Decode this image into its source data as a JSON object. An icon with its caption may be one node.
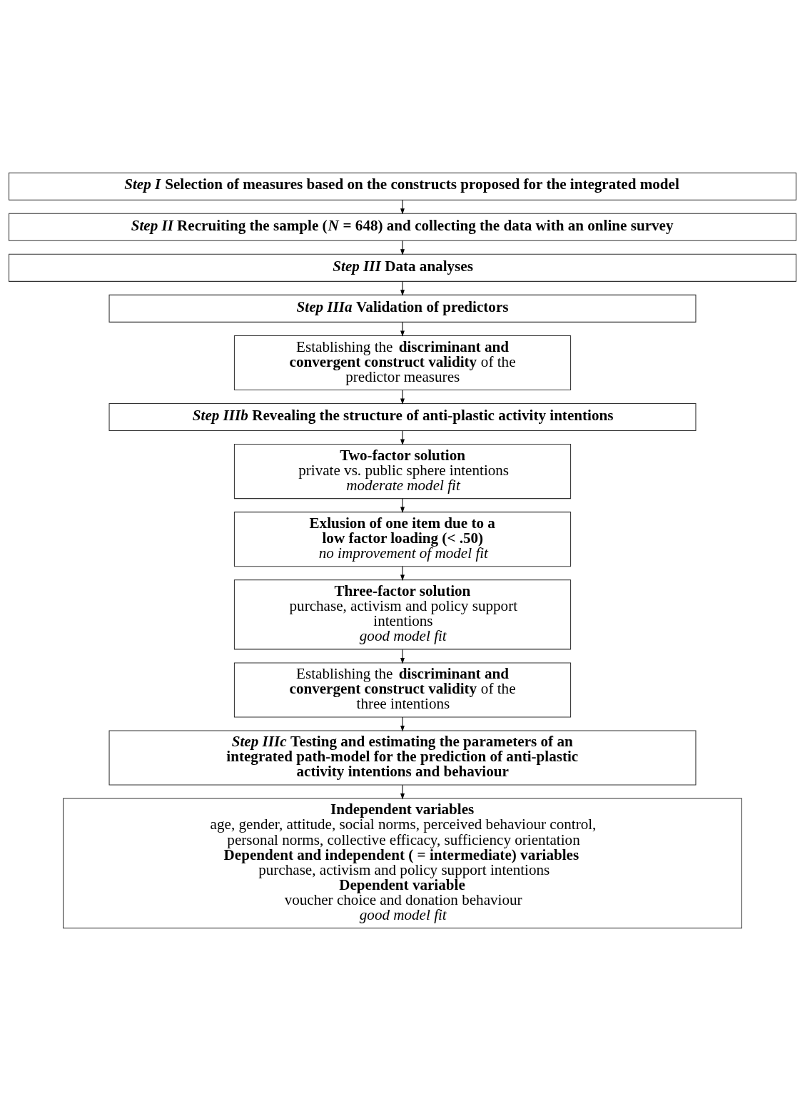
{
  "diagram": {
    "nodes": [
      {
        "text": [
          "*Step I* Selection of measures based on the constructs proposed for the integrated model"
        ]
      },
      {
        "text": [
          "*Step II* Recruiting the sample (*N* = 648) and collecting the data with an online survey"
        ]
      },
      {
        "text": [
          "*Step III* Data analyses"
        ]
      },
      {
        "text": [
          "*Step IIIa* Validation of predictors"
        ]
      },
      {
        "text": [
          "Establishing the **discriminant and convergent construct validity** of the predictor measures"
        ]
      },
      {
        "text": [
          "*Step IIIb* Revealing the structure of anti-plastic activity intentions"
        ]
      },
      {
        "text": [
          "Two-factor solution",
          "private vs. public sphere intentions",
          "moderate model fit"
        ]
      },
      {
        "text": [
          "Exlusion of one item due to a low factor loading (< .50)",
          "no improvement of model fit"
        ]
      },
      {
        "text": [
          "Three-factor solution",
          "purchase, activism and policy support intentions",
          "good model fit"
        ]
      },
      {
        "text": [
          "Establishing the **discriminant and convergent construct validity** of the three intentions"
        ]
      },
      {
        "text": [
          "*Step IIIc* Testing and estimating the parameters of an integrated path-model for the prediction of anti-plastic activity intentions and behaviour"
        ]
      },
      {
        "text": [
          "Independent variables",
          "age, gender, attitude, social norms, perceived behaviour control, personal norms, collective efficacy, sufficiency orientation",
          "Dependent and independent ( = intermediate) variables",
          "purchase, activism and policy support intentions",
          "Dependent variable",
          "voucher choice and donation behaviour",
          "good model fit"
        ]
      }
    ],
    "edges": [
      {
        "from": 0,
        "to": 1,
        "arrow": "to"
      },
      {
        "from": 1,
        "to": 2,
        "arrow": "to"
      },
      {
        "from": 2,
        "to": 3,
        "arrow": "to"
      },
      {
        "from": 3,
        "to": 4,
        "arrow": "to"
      },
      {
        "from": 4,
        "to": 5,
        "arrow": "to"
      },
      {
        "from": 5,
        "to": 6,
        "arrow": "to"
      },
      {
        "from": 6,
        "to": 7,
        "arrow": "to"
      },
      {
        "from": 7,
        "to": 8,
        "arrow": "to"
      },
      {
        "from": 8,
        "to": 9,
        "arrow": "to"
      },
      {
        "from": 9,
        "to": 10,
        "arrow": "to"
      },
      {
        "from": 10,
        "to": 11,
        "arrow": "to"
      }
    ]
  }
}
